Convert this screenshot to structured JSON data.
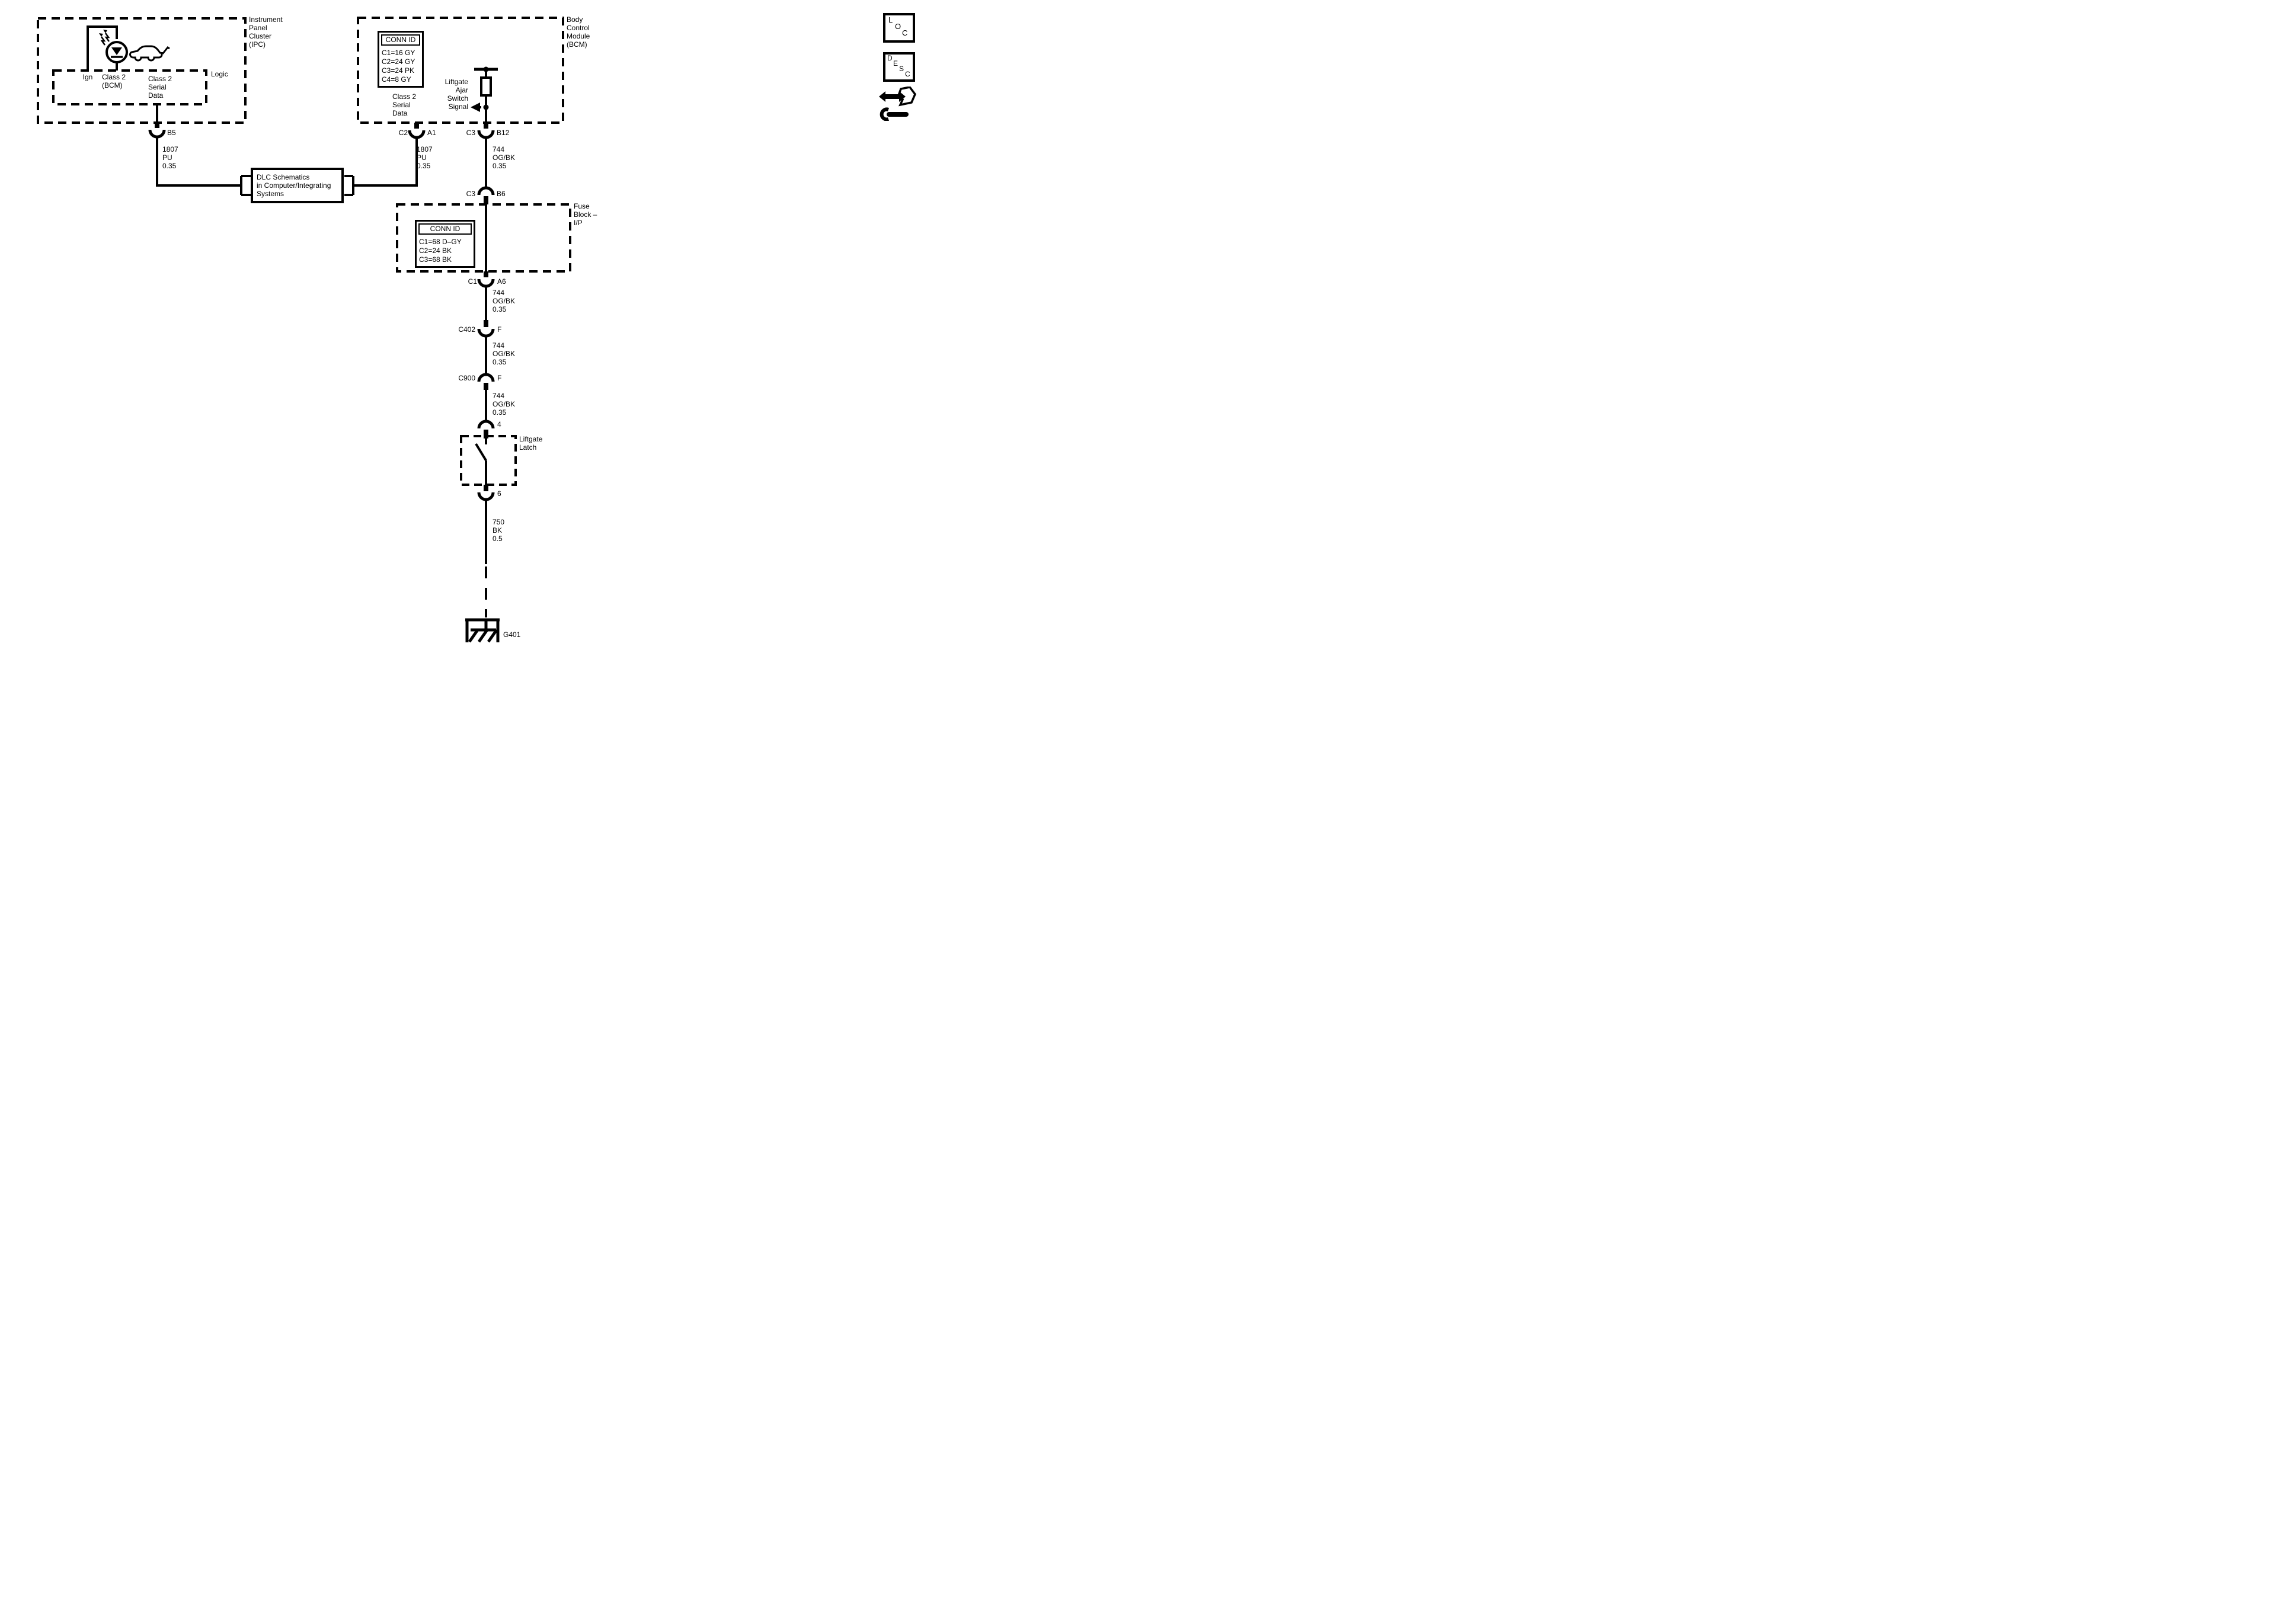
{
  "ipc": {
    "title": "Instrument\nPanel\nCluster\n(IPC)",
    "logic_label": "Logic",
    "pin_ign": "Ign",
    "pin_class2_bcm": "Class 2\n(BCM)",
    "pin_class2_serial": "Class 2\nSerial\nData"
  },
  "bcm": {
    "title": "Body\nControl\nModule\n(BCM)",
    "conn_id_title": "CONN ID",
    "conn_rows": [
      "C1=16 GY",
      "C2=24 GY",
      "C3=24 PK",
      "C4=8 GY"
    ],
    "class2_serial": "Class 2\nSerial\nData",
    "ajar_signal": "Liftgate\nAjar\nSwitch\nSignal"
  },
  "dlc": {
    "text": "DLC Schematics\nin Computer/Integrating\nSystems"
  },
  "fuse_block": {
    "title": "Fuse\nBlock –\nI/P",
    "conn_id_title": "CONN ID",
    "conn_rows": [
      "C1=68 D–GY",
      "C2=24 BK",
      "C3=68 BK"
    ]
  },
  "latch": {
    "title": "Liftgate\nLatch"
  },
  "connectors": {
    "b5": "B5",
    "c2": "C2",
    "a1": "A1",
    "c3": "C3",
    "b12": "B12",
    "c3b": "C3",
    "b6": "B6",
    "c1": "C1",
    "a6": "A6",
    "c402": "C402",
    "f1": "F",
    "c900": "C900",
    "f2": "F",
    "p4": "4",
    "p6": "6"
  },
  "wires": {
    "w1807": "1807\nPU\n0.35",
    "w744": "744\nOG/BK\n0.35",
    "w750": "750\nBK\n0.5"
  },
  "ground": {
    "label": "G401"
  },
  "toolbar": {
    "loc": "LOC",
    "desc": "DESC"
  }
}
